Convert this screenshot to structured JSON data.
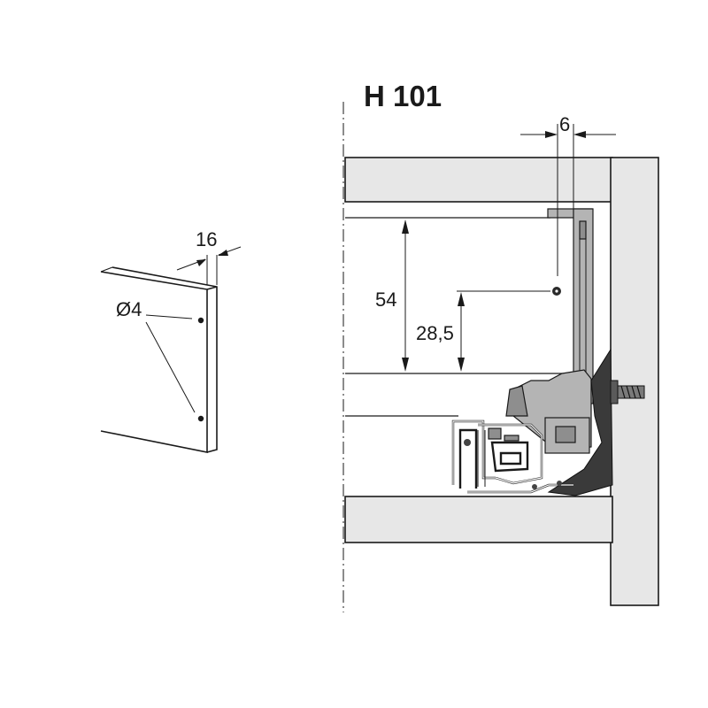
{
  "title": "H 101",
  "dimensions": {
    "front_thickness": "16",
    "hole_diameter": "Ø4",
    "side_gap": "6",
    "height_total": "54",
    "height_hole": "28,5"
  }
}
